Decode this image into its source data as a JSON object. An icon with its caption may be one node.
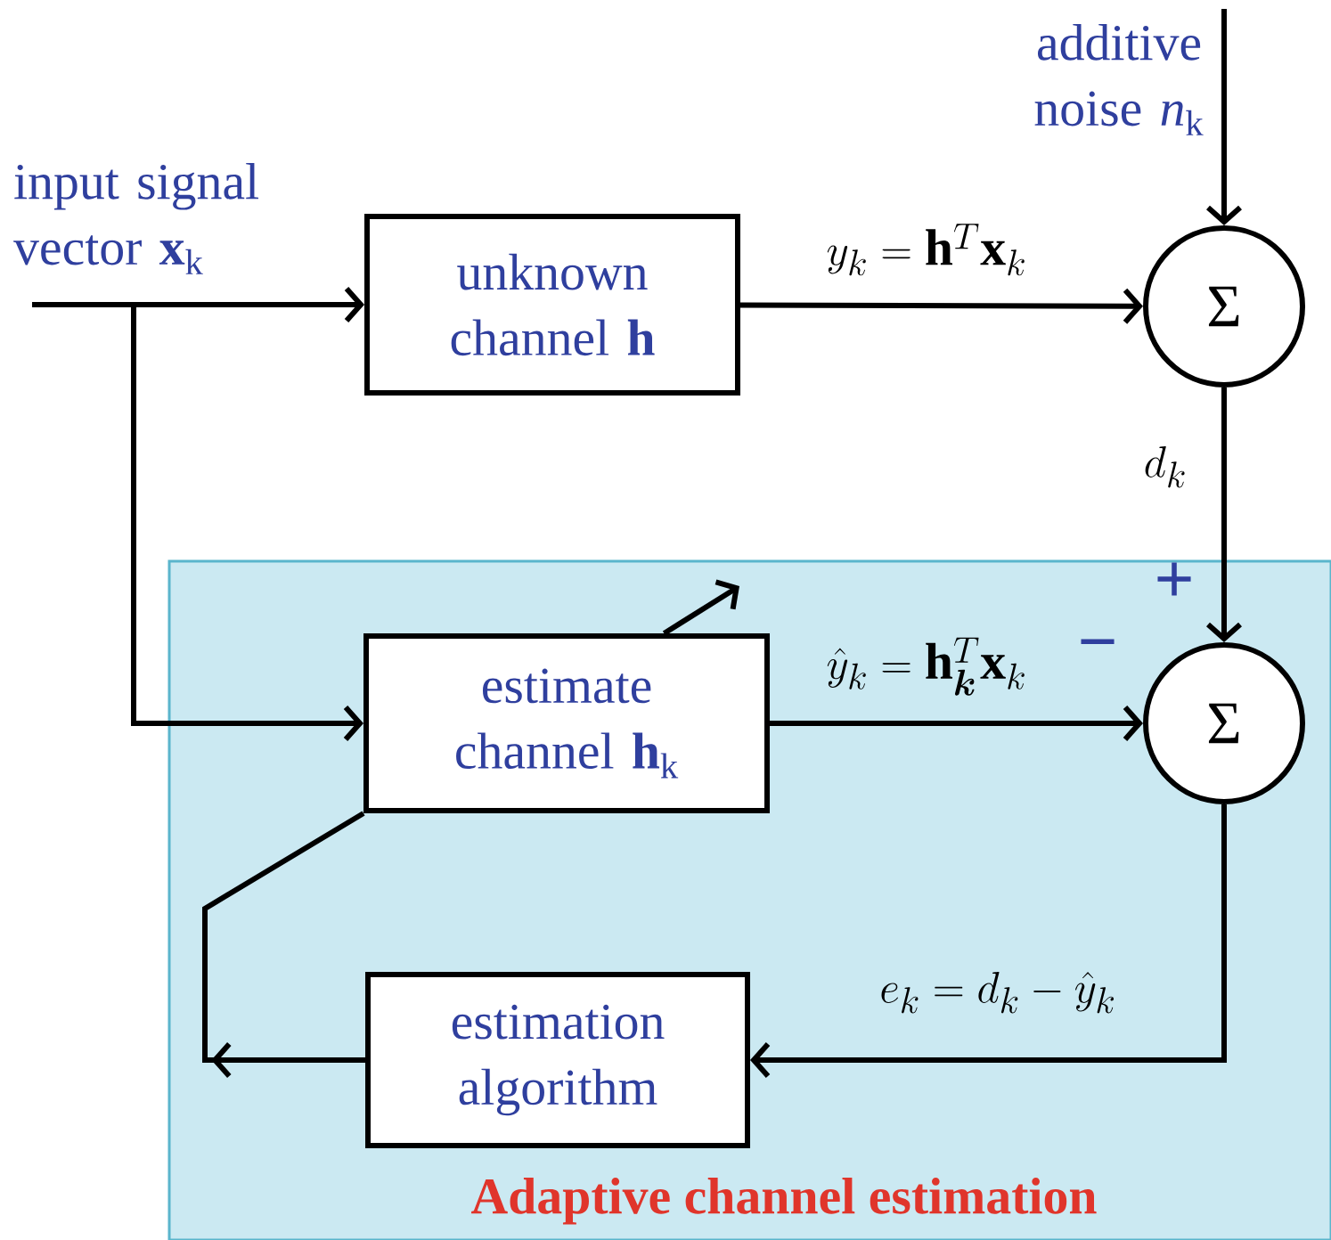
{
  "diagram": {
    "nodes": [
      {
        "text": [
          "unknown channel **h**"
        ]
      },
      {
        "text": [
          "Σ"
        ]
      },
      {
        "text": [
          "Adaptive channel estimation"
        ]
      },
      {
        "text": [
          "estimate channel **h**$_{k}$"
        ],
        "in": 2
      },
      {
        "text": [
          "Σ"
        ],
        "in": 2
      },
      {
        "text": [
          "estimation algorithm"
        ],
        "in": 2
      }
    ],
    "edges": [
      {
        "from": null,
        "to": 0,
        "arrow": "to"
      },
      {
        "from": null,
        "to": 3,
        "arrow": "to"
      },
      {
        "from": 0,
        "to": 1,
        "arrow": "to",
        "label": "y_{k} = \\mathbf{h}^{T}\\mathbf{x}_{k}"
      },
      {
        "from": null,
        "to": 1,
        "arrow": "to"
      },
      {
        "from": 1,
        "to": 4,
        "arrow": "to",
        "label": "d_{k}"
      },
      {
        "from": 3,
        "to": 4,
        "arrow": "to",
        "label": "\\hat{y}_{k} = \\mathbf{h}_{\\boldsymbol{k}}^{T}\\mathbf{x}_{k}"
      },
      {
        "from": 4,
        "to": 5,
        "arrow": "to",
        "label": "e_{k} = d_{k} - \\hat{y}_{k}"
      },
      {
        "from": 5,
        "to": 3,
        "arrow": "to"
      },
      {
        "from": 3,
        "to": null,
        "arrow": "to"
      }
    ],
    "labels": [
      "input signal vector **x**$_{k}$",
      "additive noise *n*$_{k}$",
      "+",
      "−"
    ]
  }
}
